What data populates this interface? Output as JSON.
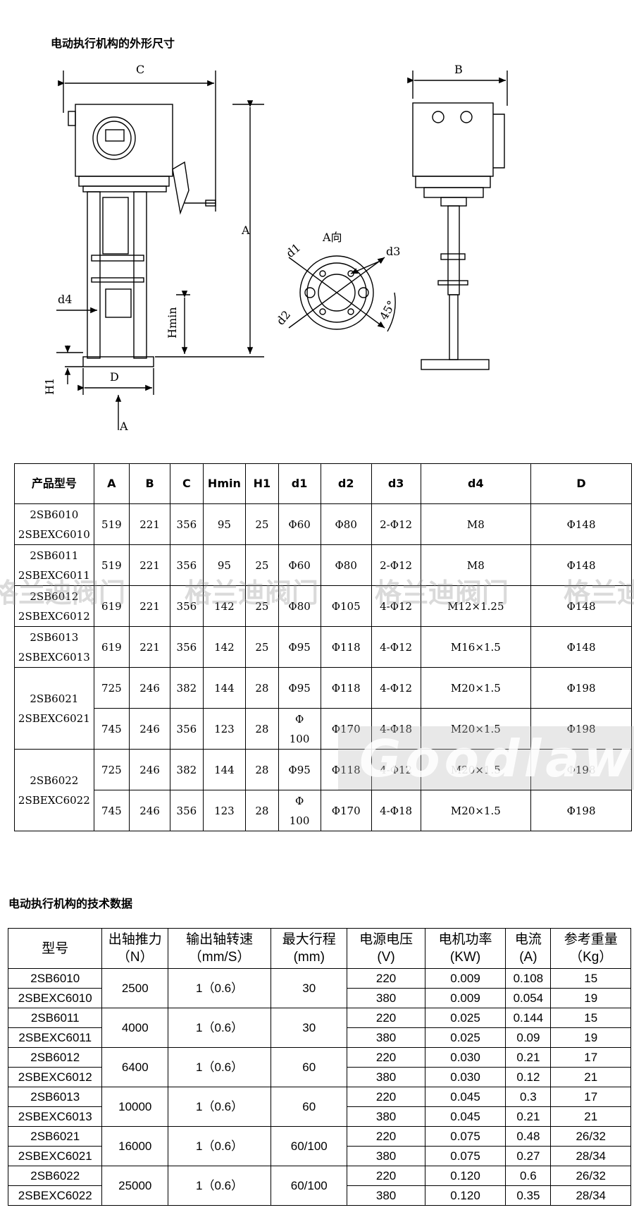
{
  "title_dimensions": "电动执行机构的外形尺寸",
  "title_tech": "电动执行机构的技术数据",
  "drawing": {
    "label_C": "C",
    "label_B": "B",
    "label_A_height": "A",
    "label_Hmin": "Hmin",
    "label_d4": "d4",
    "label_D": "D",
    "label_H1": "H1",
    "label_A_arrow": "A",
    "label_view": "A向",
    "label_d1": "d1",
    "label_d2": "d2",
    "label_d3": "d3",
    "label_angle": "45°"
  },
  "dim_table": {
    "headers": [
      "产品型号",
      "A",
      "B",
      "C",
      "Hmin",
      "H1",
      "d1",
      "d2",
      "d3",
      "d4",
      "D"
    ],
    "rows": [
      {
        "model": "2SB6010\n2SBEXC6010",
        "cells": [
          "519",
          "221",
          "356",
          "95",
          "25",
          "Φ60",
          "Φ80",
          "2-Φ12",
          "M8",
          "Φ148"
        ]
      },
      {
        "model": "2SB6011\n2SBEXC6011",
        "cells": [
          "519",
          "221",
          "356",
          "95",
          "25",
          "Φ60",
          "Φ80",
          "2-Φ12",
          "M8",
          "Φ148"
        ]
      },
      {
        "model": "2SB6012\n2SBEXC6012",
        "cells": [
          "619",
          "221",
          "356",
          "142",
          "25",
          "Φ80",
          "Φ105",
          "4-Φ12",
          "M12×1.25",
          "Φ148"
        ]
      },
      {
        "model": "2SB6013\n2SBEXC6013",
        "cells": [
          "619",
          "221",
          "356",
          "142",
          "25",
          "Φ95",
          "Φ118",
          "4-Φ12",
          "M16×1.5",
          "Φ148"
        ]
      },
      {
        "model": "2SB6021\n2SBEXC6021",
        "cells": [
          "725",
          "246",
          "382",
          "144",
          "28",
          "Φ95",
          "Φ118",
          "4-Φ12",
          "M20×1.5",
          "Φ198"
        ]
      },
      {
        "model": "",
        "cells": [
          "745",
          "246",
          "356",
          "123",
          "28",
          "Φ\n100",
          "Φ170",
          "4-Φ18",
          "M20×1.5",
          "Φ198"
        ]
      },
      {
        "model": "2SB6022\n2SBEXC6022",
        "cells": [
          "725",
          "246",
          "382",
          "144",
          "28",
          "Φ95",
          "Φ118",
          "4-Φ12",
          "M20×1.5",
          "Φ198"
        ]
      },
      {
        "model": "",
        "cells": [
          "745",
          "246",
          "356",
          "123",
          "28",
          "Φ\n100",
          "Φ170",
          "4-Φ18",
          "M20×1.5",
          "Φ198"
        ]
      }
    ]
  },
  "tech_table": {
    "headers": [
      "型号",
      "出轴推力\n（N）",
      "输出轴转速\n（mm/S）",
      "最大行程\n(mm)",
      "电源电压\n(V)",
      "电机功率\n(KW)",
      "电流\n(A)",
      "参考重量\n（Kg）"
    ],
    "groups": [
      {
        "models": [
          "2SB6010",
          "2SBEXC6010"
        ],
        "thrust": "2500",
        "speed": "1（0.6）",
        "stroke": "30",
        "rows": [
          [
            "220",
            "0.009",
            "0.108",
            "15"
          ],
          [
            "380",
            "0.009",
            "0.054",
            "19"
          ]
        ]
      },
      {
        "models": [
          "2SB6011",
          "2SBEXC6011"
        ],
        "thrust": "4000",
        "speed": "1（0.6）",
        "stroke": "30",
        "rows": [
          [
            "220",
            "0.025",
            "0.144",
            "15"
          ],
          [
            "380",
            "0.025",
            "0.09",
            "19"
          ]
        ]
      },
      {
        "models": [
          "2SB6012",
          "2SBEXC6012"
        ],
        "thrust": "6400",
        "speed": "1（0.6）",
        "stroke": "60",
        "rows": [
          [
            "220",
            "0.030",
            "0.21",
            "17"
          ],
          [
            "380",
            "0.030",
            "0.12",
            "21"
          ]
        ]
      },
      {
        "models": [
          "2SB6013",
          "2SBEXC6013"
        ],
        "thrust": "10000",
        "speed": "1（0.6）",
        "stroke": "60",
        "rows": [
          [
            "220",
            "0.045",
            "0.3",
            "17"
          ],
          [
            "380",
            "0.045",
            "0.21",
            "21"
          ]
        ]
      },
      {
        "models": [
          "2SB6021",
          "2SBEXC6021"
        ],
        "thrust": "16000",
        "speed": "1（0.6）",
        "stroke": "60/100",
        "rows": [
          [
            "220",
            "0.075",
            "0.48",
            "26/32"
          ],
          [
            "380",
            "0.075",
            "0.27",
            "28/34"
          ]
        ]
      },
      {
        "models": [
          "2SB6022",
          "2SBEXC6022"
        ],
        "thrust": "25000",
        "speed": "1（0.6）",
        "stroke": "60/100",
        "rows": [
          [
            "220",
            "0.120",
            "0.6",
            "26/32"
          ],
          [
            "380",
            "0.120",
            "0.35",
            "28/34"
          ]
        ]
      }
    ]
  },
  "watermark": {
    "text": "格兰迪阀门",
    "logo": "Goodlaw"
  }
}
